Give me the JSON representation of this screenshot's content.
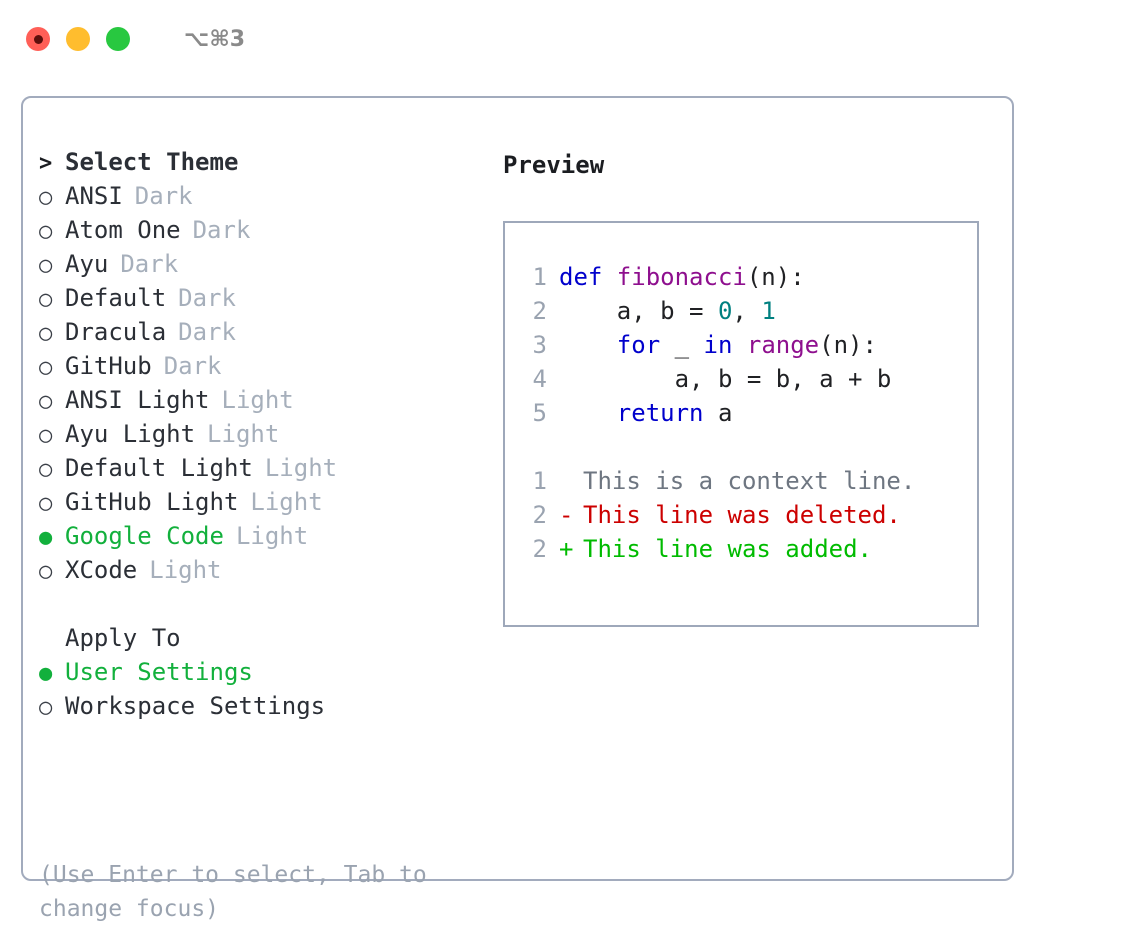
{
  "titlebar": {
    "shortcut": "⌥⌘3",
    "controls": [
      {
        "name": "close",
        "color": "#ff5f57"
      },
      {
        "name": "minimize",
        "color": "#ffbd2e"
      },
      {
        "name": "maximize",
        "color": "#28c840"
      }
    ]
  },
  "theme_picker": {
    "header_marker": ">",
    "header_label": "Select Theme",
    "items": [
      {
        "marker": "○",
        "label": "ANSI",
        "tag": "Dark",
        "selected": false
      },
      {
        "marker": "○",
        "label": "Atom One",
        "tag": "Dark",
        "selected": false
      },
      {
        "marker": "○",
        "label": "Ayu",
        "tag": "Dark",
        "selected": false
      },
      {
        "marker": "○",
        "label": "Default",
        "tag": "Dark",
        "selected": false
      },
      {
        "marker": "○",
        "label": "Dracula",
        "tag": "Dark",
        "selected": false
      },
      {
        "marker": "○",
        "label": "GitHub",
        "tag": "Dark",
        "selected": false
      },
      {
        "marker": "○",
        "label": "ANSI Light",
        "tag": "Light",
        "selected": false
      },
      {
        "marker": "○",
        "label": "Ayu Light",
        "tag": "Light",
        "selected": false
      },
      {
        "marker": "○",
        "label": "Default Light",
        "tag": "Light",
        "selected": false
      },
      {
        "marker": "○",
        "label": "GitHub Light",
        "tag": "Light",
        "selected": false
      },
      {
        "marker": "●",
        "label": "Google Code",
        "tag": "Light",
        "selected": true
      },
      {
        "marker": "○",
        "label": "XCode",
        "tag": "Light",
        "selected": false
      }
    ]
  },
  "apply_to": {
    "header_label": "Apply To",
    "items": [
      {
        "marker": "●",
        "label": "User Settings",
        "selected": true
      },
      {
        "marker": "○",
        "label": "Workspace Settings",
        "selected": false
      }
    ]
  },
  "hint": "(Use Enter to select, Tab to change focus)",
  "preview": {
    "title": "Preview",
    "code_lines": [
      {
        "no": "1",
        "tokens": [
          {
            "t": "def ",
            "c": "kw"
          },
          {
            "t": "fibonacci",
            "c": "fn"
          },
          {
            "t": "(n):",
            "c": "plain"
          }
        ]
      },
      {
        "no": "2",
        "tokens": [
          {
            "t": "    a, b = ",
            "c": "plain"
          },
          {
            "t": "0",
            "c": "num"
          },
          {
            "t": ", ",
            "c": "plain"
          },
          {
            "t": "1",
            "c": "num"
          }
        ]
      },
      {
        "no": "3",
        "tokens": [
          {
            "t": "    ",
            "c": "plain"
          },
          {
            "t": "for",
            "c": "kw"
          },
          {
            "t": " _ ",
            "c": "plain"
          },
          {
            "t": "in",
            "c": "kw"
          },
          {
            "t": " ",
            "c": "plain"
          },
          {
            "t": "range",
            "c": "fn"
          },
          {
            "t": "(n):",
            "c": "plain"
          }
        ]
      },
      {
        "no": "4",
        "tokens": [
          {
            "t": "        a, b = b, a + b",
            "c": "plain"
          }
        ]
      },
      {
        "no": "5",
        "tokens": [
          {
            "t": "    ",
            "c": "plain"
          },
          {
            "t": "return",
            "c": "kw"
          },
          {
            "t": " a",
            "c": "plain"
          }
        ]
      }
    ],
    "diff_lines": [
      {
        "no": "1",
        "sign": " ",
        "text": "This is a context line.",
        "kind": "diff-ctx"
      },
      {
        "no": "2",
        "sign": "-",
        "text": "This line was deleted.",
        "kind": "diff-del"
      },
      {
        "no": "2",
        "sign": "+",
        "text": "This line was added.",
        "kind": "diff-add"
      }
    ]
  },
  "colors": {
    "accent_green": "#12b03c",
    "muted_gray": "#a6afbb",
    "border": "#a2abbd",
    "keyword": "#0000cc",
    "function": "#8e0f8e",
    "number": "#008080",
    "diff_added": "#00bb00",
    "diff_deleted": "#cc0000"
  }
}
